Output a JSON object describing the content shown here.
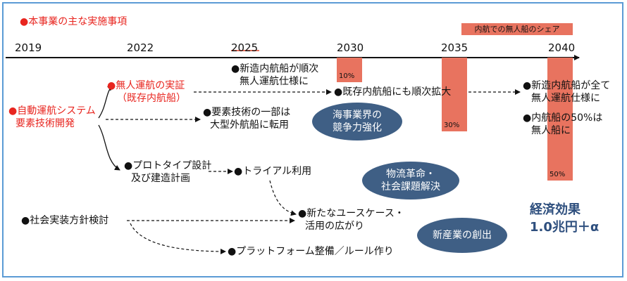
{
  "heading": "●本事業の主な実施事項",
  "legend": "内航での無人船のシェア",
  "years": [
    "2019",
    "2022",
    "2025",
    "2030",
    "2035",
    "2040"
  ],
  "share_bars": [
    {
      "year": "2030",
      "value": 10,
      "label": "10%"
    },
    {
      "year": "2035",
      "value": 30,
      "label": "30%"
    },
    {
      "year": "2040",
      "value": 50,
      "label": "50%"
    }
  ],
  "items": {
    "autonomous_dev": [
      "●自動運航システム",
      "要素技術開発"
    ],
    "unmanned_demo": [
      "●無人運航の実証",
      "（既存内航船）"
    ],
    "new_coastal_gradual": [
      "●新造内航船が順次",
      "無人運航仕様に"
    ],
    "existing_expand": "●既存内航船にも順次拡大",
    "element_transfer": [
      "●要素技術の一部は",
      "大型外航船に転用"
    ],
    "prototype": [
      "●プロトタイプ設計",
      "及び建造計画"
    ],
    "trial": "●トライアル利用",
    "social_policy": "●社会実装方針検討",
    "new_usecase": [
      "●新たなユースケース・",
      "活用の広がり"
    ],
    "platform": "●プラットフォーム整備／ルール作り",
    "all_new": [
      "●新造内航船が全て",
      "無人運航仕様に"
    ],
    "half_unmanned": [
      "●内航船の50%は",
      "無人船に"
    ]
  },
  "ellipses": {
    "maritime": [
      "海事業界の",
      "競争力強化"
    ],
    "logistics": [
      "物流革命・",
      "社会課題解決"
    ],
    "new_industry": "新産業の創出"
  },
  "economic": [
    "経済効果",
    "1.0兆円＋α"
  ],
  "colors": {
    "accent_red": "#e8251f",
    "bar": "#e8735f",
    "ellipse": "#3f5f85",
    "economic": "#2e4f7e",
    "frame": "#5b9bd5"
  }
}
